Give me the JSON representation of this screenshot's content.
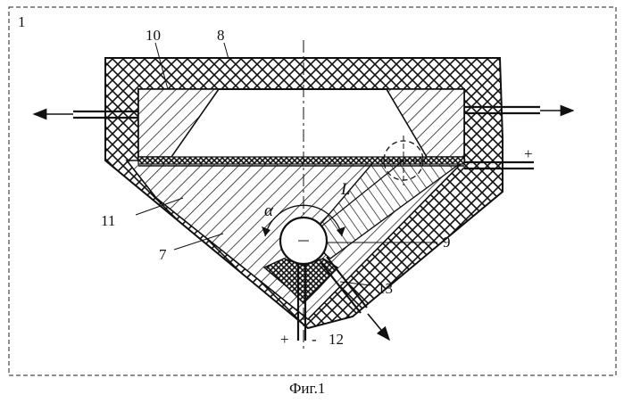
{
  "figure": {
    "panel_label": "1",
    "caption": "Фиг.1",
    "labels": {
      "l10": "10",
      "l8": "8",
      "l11": "11",
      "l7": "7",
      "l9": "9",
      "l13": "13",
      "l12": "12",
      "alpha": "α",
      "length": "L",
      "plus_right": "+",
      "plus_bottom": "+",
      "minus_bottom": "-"
    }
  }
}
